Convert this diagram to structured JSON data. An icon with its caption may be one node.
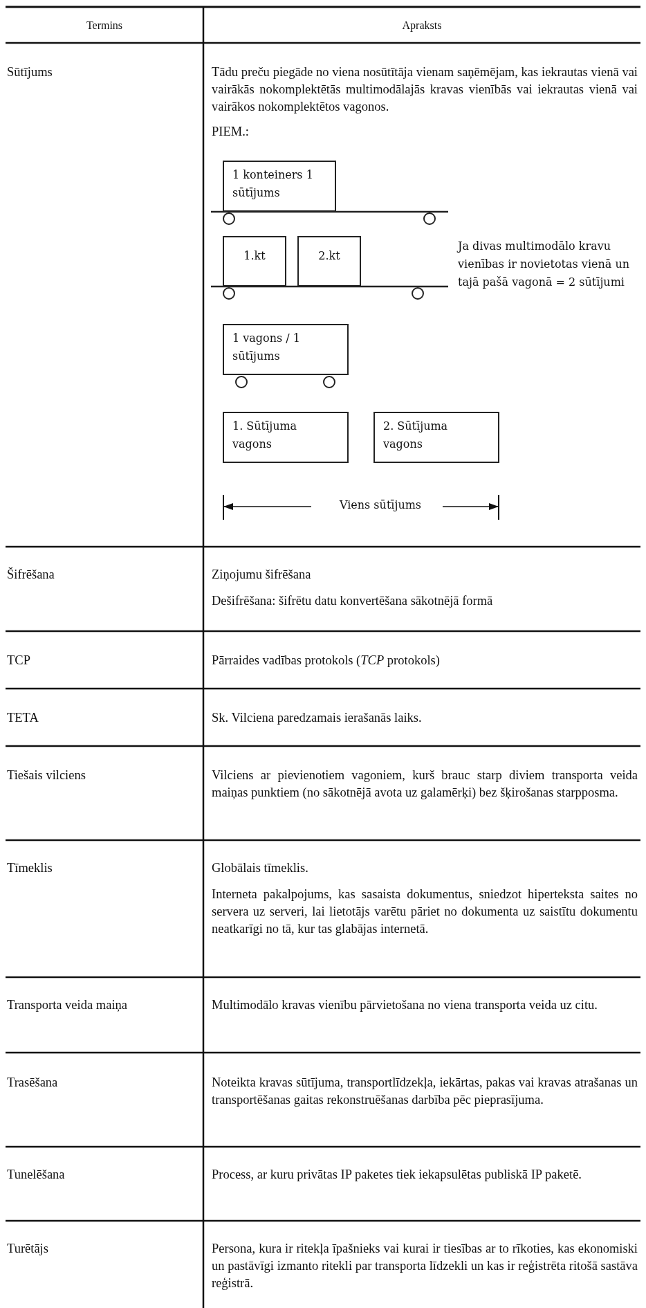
{
  "diagram": {
    "nodes": [
      {
        "text": [
          "1 konteiners 1 sūtījums"
        ]
      },
      {
        "text": [
          "1.kt"
        ]
      },
      {
        "text": [
          "2.kt"
        ]
      },
      {
        "text": [
          "1 vagons / 1 sūtījums"
        ]
      },
      {
        "text": [
          "1. Sūtījuma vagons"
        ]
      },
      {
        "text": [
          "2. Sūtījuma vagons"
        ]
      }
    ],
    "labels": [
      "Termins",
      "Apraksts",
      "Sūtījums",
      "Tādu preču piegāde no viena nosūtītāja vienam saņēmējam, kas iekrautas vienā vai vairākās nokomplektētās multimodālajās kravas vienībās vai iekrautas vienā vai vairākos nokomplektētos vagonos.",
      "PIEM.:",
      "Ja divas multimodālo kravu vienības ir novietotas vienā un tajā pašā vagonā = 2 sūtījumi",
      "Viens sūtījums",
      "Šifrēšana",
      "Ziņojumu šifrēšana",
      "Dešifrēšana: šifrētu datu konvertēšana sākotnējā formā",
      "TCP",
      "Pārraides vadības protokols (*TCP* protokols)",
      "TETA",
      "Sk. Vilciena paredzamais ierašanās laiks.",
      "Tiešais vilciens",
      "Vilciens ar pievienotiem vagoniem, kurš brauc starp diviem transporta veida maiņas punktiem (no sākotnējā avota uz galamērķi) bez šķirošanas starpposma.",
      "Tīmeklis",
      "Globālais tīmeklis.",
      "Interneta pakalpojums, kas sasaista dokumentus, sniedzot hiperteksta saites no servera uz serveri, lai lietotājs varētu pāriet no dokumenta uz saistītu dokumentu neatkarīgi no tā, kur tas glabājas internetā.",
      "Transporta veida maiņa",
      "Multimodālo kravas vienību pārvietošana no viena transporta veida uz citu.",
      "Trasēšana",
      "Noteikta kravas sūtījuma, transportlīdzekļa, iekārtas, pakas vai kravas atrašanas un transportēšanas gaitas rekonstruēšanas darbība pēc pieprasījuma.",
      "Tunelēšana",
      "Process, ar kuru privātas IP paketes tiek iekapsulētas publiskā IP paketē.",
      "Turētājs",
      "Persona, kura ir ritekļa īpašnieks vai kurai ir tiesības ar to rīkoties, kas ekonomiski un pastāvīgi izmanto ritekli par transporta līdzekli un kas ir reģistrēta ritošā sastāva reģistrā."
    ]
  }
}
